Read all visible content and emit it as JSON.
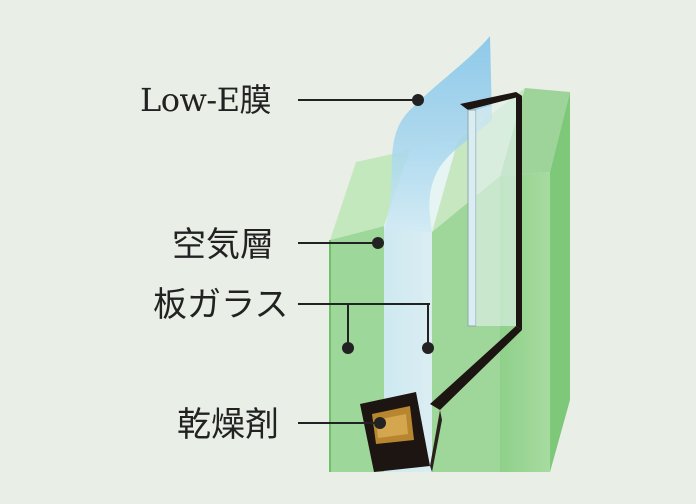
{
  "labels": {
    "low_e_film": "Low-E膜",
    "air_layer": "空気層",
    "sheet_glass": "板ガラス",
    "desiccant": "乾燥剤"
  },
  "colors": {
    "background": "#e9efe6",
    "glass_green": "#8fd08a",
    "glass_edge": "#6fc06a",
    "low_e_blue": "#7ec3ea",
    "spacer_dark": "#1c1512",
    "desiccant_gold": "#b8862f",
    "leader_line": "#222222"
  }
}
